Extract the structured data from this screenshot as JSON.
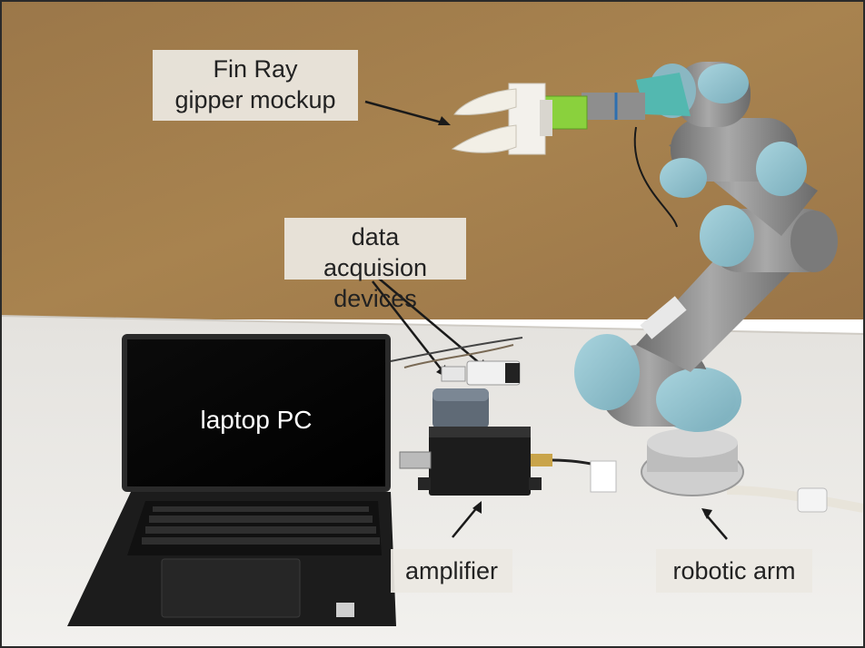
{
  "labels": {
    "fin_ray_line1": "Fin Ray",
    "fin_ray_line2": "gipper mockup",
    "daq_line1": "data acquision",
    "daq_line2": "devices",
    "laptop": "laptop PC",
    "amplifier": "amplifier",
    "robotic_arm": "robotic arm"
  },
  "colors": {
    "wall": "#a5804f",
    "table": "#ecebe8",
    "arm_gray": "#8c8c8c",
    "arm_joint_blue": "#8fc2cf",
    "gripper_green": "#8ad13d",
    "laptop_screen": "#050505"
  }
}
